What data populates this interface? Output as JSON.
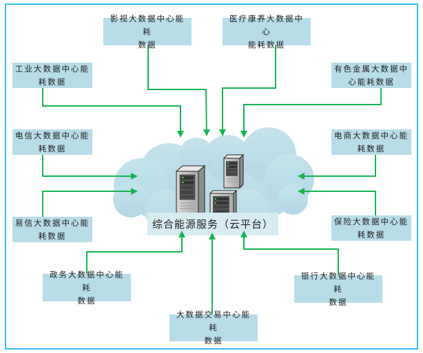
{
  "diagram": {
    "center": {
      "label": "综合能源服务（云平台）",
      "icon": "cloud-servers-icon"
    },
    "sources": [
      {
        "id": "yingshi",
        "line1": "影视大数据中心能耗",
        "line2": "数据"
      },
      {
        "id": "yiliao",
        "line1": "医疗康养大数据中心",
        "line2": "能耗数据"
      },
      {
        "id": "gongye",
        "line1": "工业大数据中心能",
        "line2": "耗数据"
      },
      {
        "id": "youse",
        "line1": "有色金属大数据中",
        "line2": "心能耗数据"
      },
      {
        "id": "dianxin",
        "line1": "电信大数据中心能",
        "line2": "耗数据"
      },
      {
        "id": "dianshang",
        "line1": "电商大数据中心能",
        "line2": "耗数据"
      },
      {
        "id": "yixin",
        "line1": "易信大数据中心能",
        "line2": "耗数据"
      },
      {
        "id": "baoxian",
        "line1": "保险大数据中心能",
        "line2": "耗数据"
      },
      {
        "id": "zhengwu",
        "line1": "政务大数据中心能耗",
        "line2": "数据"
      },
      {
        "id": "yinhang",
        "line1": "银行大数据中心能耗",
        "line2": "数据"
      },
      {
        "id": "jiaoyi",
        "line1": "大数据交易中心能耗",
        "line2": "数据"
      }
    ],
    "colors": {
      "frame": "#33bde8",
      "box": "#b7dde8",
      "arrow": "#16b452",
      "cloud": "#bcdfe9"
    }
  }
}
